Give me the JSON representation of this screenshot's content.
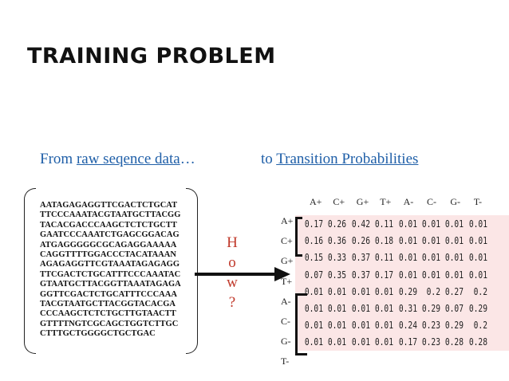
{
  "title": "TRAINING PROBLEM",
  "from": {
    "prefix": "From ",
    "link": "raw seqence data",
    "suffix": "…"
  },
  "to": {
    "prefix": "to ",
    "link": "Transition Probabilities"
  },
  "sequence_lines": [
    "AATAGAGAGGTTCGACTCTGCAT",
    "TTCCCAAATACGTAATGCTTACGG",
    "TACACGACCCAAGCTCTCTGCTT",
    "GAATCCCAAATCTGAGCGGACAG",
    "ATGAGGGGGCGCAGAGGAAAAA",
    "CAGGTTTTGGACCCTACATAAAN",
    "AGAGAGGTTCGTAAATAGAGAGG",
    "TTCGACTCTGCATTTCCCAAATAC",
    "GTAATGCTTACGGTTAAATAGAGA",
    "GGTTCGACTCTGCATTTCCCAAA",
    "TACGTAATGCTTACGGTACACGA",
    "CCCAAGCTCTCTGCTTGTAACTT",
    "GTTTTNGTCGCAGCTGGTCTTGC",
    "CTTTGCTGGGGCTGCTGAC"
  ],
  "how": [
    "H",
    "o",
    "w",
    "?"
  ],
  "matrix": {
    "columns": [
      "A+",
      "C+",
      "G+",
      "T+",
      "A-",
      "C-",
      "G-",
      "T-"
    ],
    "rows": [
      "A+",
      "C+",
      "G+",
      "T+",
      "A-",
      "C-",
      "G-",
      "T-"
    ],
    "values": [
      [
        "0.17",
        "0.26",
        "0.42",
        "0.11",
        "0.01",
        "0.01",
        "0.01",
        "0.01"
      ],
      [
        "0.16",
        "0.36",
        "0.26",
        "0.18",
        "0.01",
        "0.01",
        "0.01",
        "0.01"
      ],
      [
        "0.15",
        "0.33",
        "0.37",
        "0.11",
        "0.01",
        "0.01",
        "0.01",
        "0.01"
      ],
      [
        "0.07",
        "0.35",
        "0.37",
        "0.17",
        "0.01",
        "0.01",
        "0.01",
        "0.01"
      ],
      [
        "0.01",
        "0.01",
        "0.01",
        "0.01",
        "0.29",
        "0.2",
        "0.27",
        "0.2"
      ],
      [
        "0.01",
        "0.01",
        "0.01",
        "0.01",
        "0.31",
        "0.29",
        "0.07",
        "0.29"
      ],
      [
        "0.01",
        "0.01",
        "0.01",
        "0.01",
        "0.24",
        "0.23",
        "0.29",
        "0.2"
      ],
      [
        "0.01",
        "0.01",
        "0.01",
        "0.01",
        "0.17",
        "0.23",
        "0.28",
        "0.28"
      ]
    ]
  },
  "colors": {
    "title": "#111111",
    "blue_text": "#1f5fa8",
    "how_red": "#c0392b",
    "matrix_bg": "#fbe6e6"
  }
}
